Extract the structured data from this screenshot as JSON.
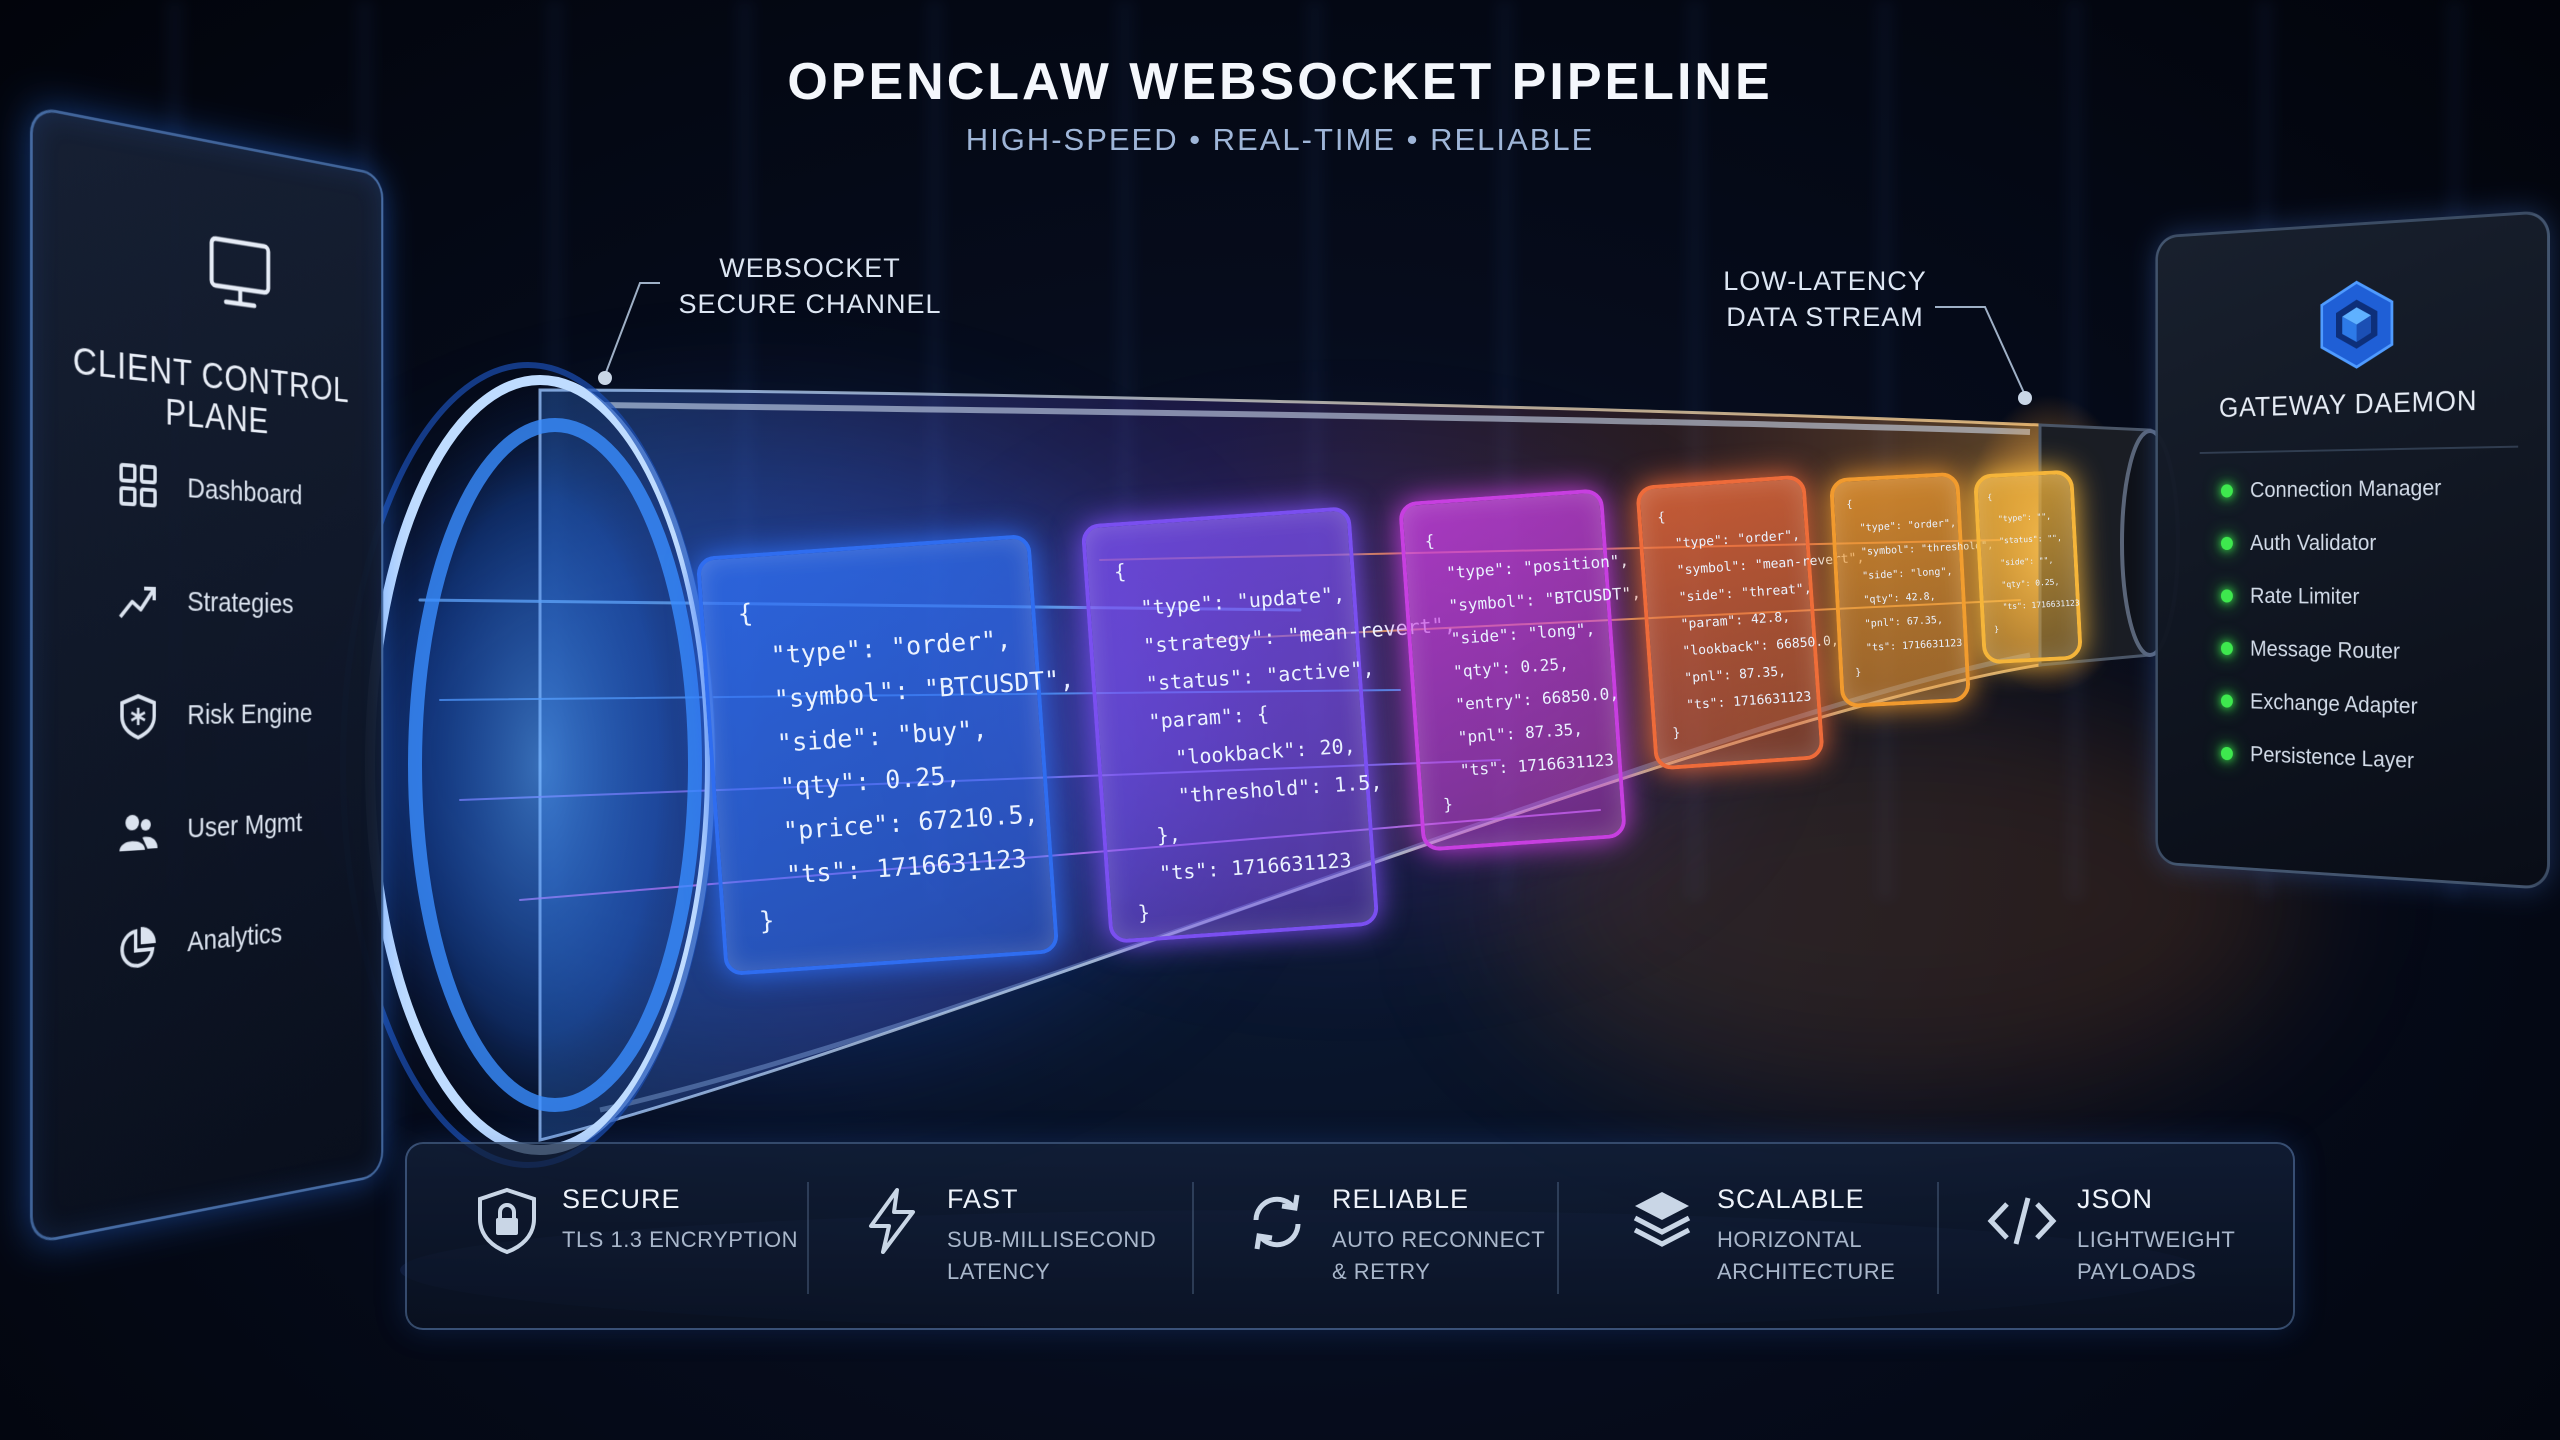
{
  "header": {
    "title": "OPENCLAW WEBSOCKET PIPELINE",
    "subtitle": "HIGH-SPEED • REAL-TIME • RELIABLE"
  },
  "callouts": {
    "left": [
      "WEBSOCKET",
      "SECURE CHANNEL"
    ],
    "right": [
      "LOW-LATENCY",
      "DATA STREAM"
    ]
  },
  "client_panel": {
    "title": "CLIENT CONTROL PLANE",
    "icon": "monitor-icon",
    "items": [
      {
        "label": "Dashboard",
        "icon": "grid-icon"
      },
      {
        "label": "Strategies",
        "icon": "trend-icon"
      },
      {
        "label": "Risk Engine",
        "icon": "shield-icon"
      },
      {
        "label": "User Mgmt",
        "icon": "users-icon"
      },
      {
        "label": "Analytics",
        "icon": "pie-chart-icon"
      }
    ]
  },
  "gateway_panel": {
    "title": "GATEWAY DAEMON",
    "icon": "cube-logo-icon",
    "status_color": "#3ee84e",
    "services": [
      "Connection Manager",
      "Auth Validator",
      "Rate Limiter",
      "Message Router",
      "Exchange Adapter",
      "Persistence Layer"
    ]
  },
  "messages": [
    {
      "color": "#2f6df0",
      "lines": [
        "{",
        "  \"type\": \"order\",",
        "  \"symbol\": \"BTCUSDT\",",
        "  \"side\": \"buy\",",
        "  \"qty\": 0.25,",
        "  \"price\": 67210.5,",
        "  \"ts\": 1716631123",
        "}"
      ]
    },
    {
      "color": "#7a4ff0",
      "lines": [
        "{",
        "  \"type\": \"update\",",
        "  \"strategy\": \"mean-revert\",",
        "  \"status\": \"active\",",
        "  \"param\": {",
        "    \"lookback\": 20,",
        "    \"threshold\": 1.5,",
        "  },",
        "  \"ts\": 1716631123",
        "}"
      ]
    },
    {
      "color": "#c73fe0",
      "lines": [
        "{",
        "  \"type\": \"position\",",
        "  \"symbol\": \"BTCUSDT\",",
        "  \"side\": \"long\",",
        "  \"qty\": 0.25,",
        "  \"entry\": 66850.0,",
        "  \"pnl\": 87.35,",
        "  \"ts\": 1716631123",
        "}"
      ]
    },
    {
      "color": "#ee6b3a",
      "lines": [
        "{",
        "  \"type\": \"order\",",
        "  \"symbol\": \"mean-revert\",",
        "  \"side\": \"threat\",",
        "  \"param\": 42.8,",
        "  \"lookback\": 66850.0,",
        "  \"pnl\": 87.35,",
        "  \"ts\": 1716631123",
        "}"
      ]
    },
    {
      "color": "#f19a2e",
      "lines": [
        "{",
        "  \"type\": \"order\",",
        "  \"symbol\": \"threshold\",",
        "  \"side\": \"long\",",
        "  \"qty\": 42.8,",
        "  \"pnl\": 67.35,",
        "  \"ts\": 1716631123",
        "}"
      ]
    },
    {
      "color": "#f5b53a",
      "lines": [
        "{",
        "  \"type\": \"\",",
        "  \"status\": \"\",",
        "  \"side\": \"\",",
        "  \"qty\": 0.25,",
        "  \"ts\": 1716631123",
        "}"
      ]
    }
  ],
  "features": [
    {
      "icon": "lock-shield-icon",
      "name": "SECURE",
      "desc": [
        "TLS 1.3 ENCRYPTION"
      ]
    },
    {
      "icon": "lightning-icon",
      "name": "FAST",
      "desc": [
        "SUB-MILLISECOND",
        "LATENCY"
      ]
    },
    {
      "icon": "refresh-icon",
      "name": "RELIABLE",
      "desc": [
        "AUTO RECONNECT",
        "& RETRY"
      ]
    },
    {
      "icon": "layers-icon",
      "name": "SCALABLE",
      "desc": [
        "HORIZONTAL",
        "ARCHITECTURE"
      ]
    },
    {
      "icon": "code-icon",
      "name": "JSON",
      "desc": [
        "LIGHTWEIGHT",
        "PAYLOADS"
      ]
    }
  ]
}
